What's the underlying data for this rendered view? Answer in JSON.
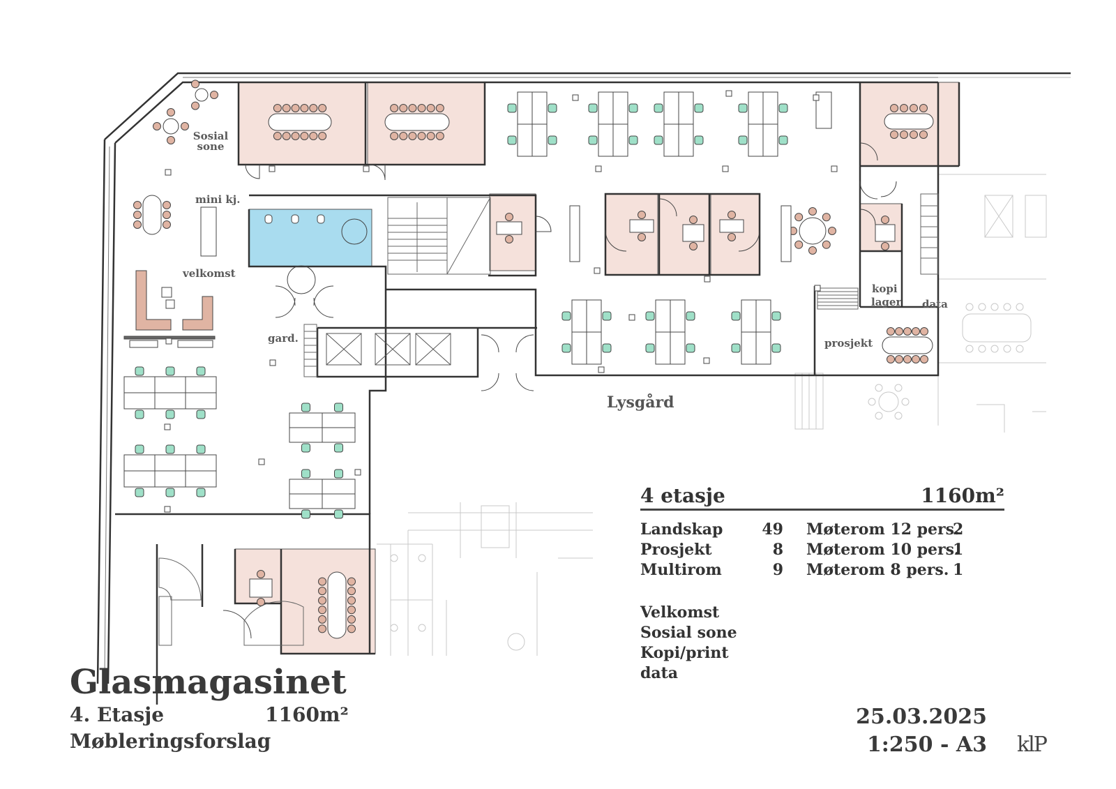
{
  "plan_labels": {
    "sosial_line1": "Sosial",
    "sosial_line2": "sone",
    "mini_kj": "mini kj.",
    "velkomst": "velkomst",
    "gard": "gard.",
    "kopi": "kopi",
    "lager": "lager",
    "data": "data",
    "prosjekt": "prosjekt",
    "lysgard": "Lysgård"
  },
  "summary": {
    "floor": "4 etasje",
    "area": "1160m²",
    "stats": [
      {
        "label": "Landskap",
        "value": "49",
        "room": "Møterom 12 pers.",
        "count": "2"
      },
      {
        "label": "Prosjekt",
        "value": "8",
        "room": "Møterom 10 pers.",
        "count": "1"
      },
      {
        "label": "Multirom",
        "value": "9",
        "room": "Møterom 8 pers.",
        "count": "1"
      }
    ],
    "features": [
      "Velkomst",
      "Sosial sone",
      "Kopi/print",
      "data"
    ]
  },
  "title_block": {
    "name": "Glasmagasinet",
    "floor": "4. Etasje",
    "area": "1160m²",
    "subtitle": "Møbleringsforslag"
  },
  "date_block": {
    "date": "25.03.2025",
    "scale": "1:250 - A3"
  },
  "logo": "klP",
  "colors": {
    "meeting_room_fill": "#f5e1db",
    "wc_fill": "#a9dcef",
    "office_chair": "#9fe0c8",
    "meeting_chair": "#e0b4a3",
    "wall": "#333333"
  }
}
